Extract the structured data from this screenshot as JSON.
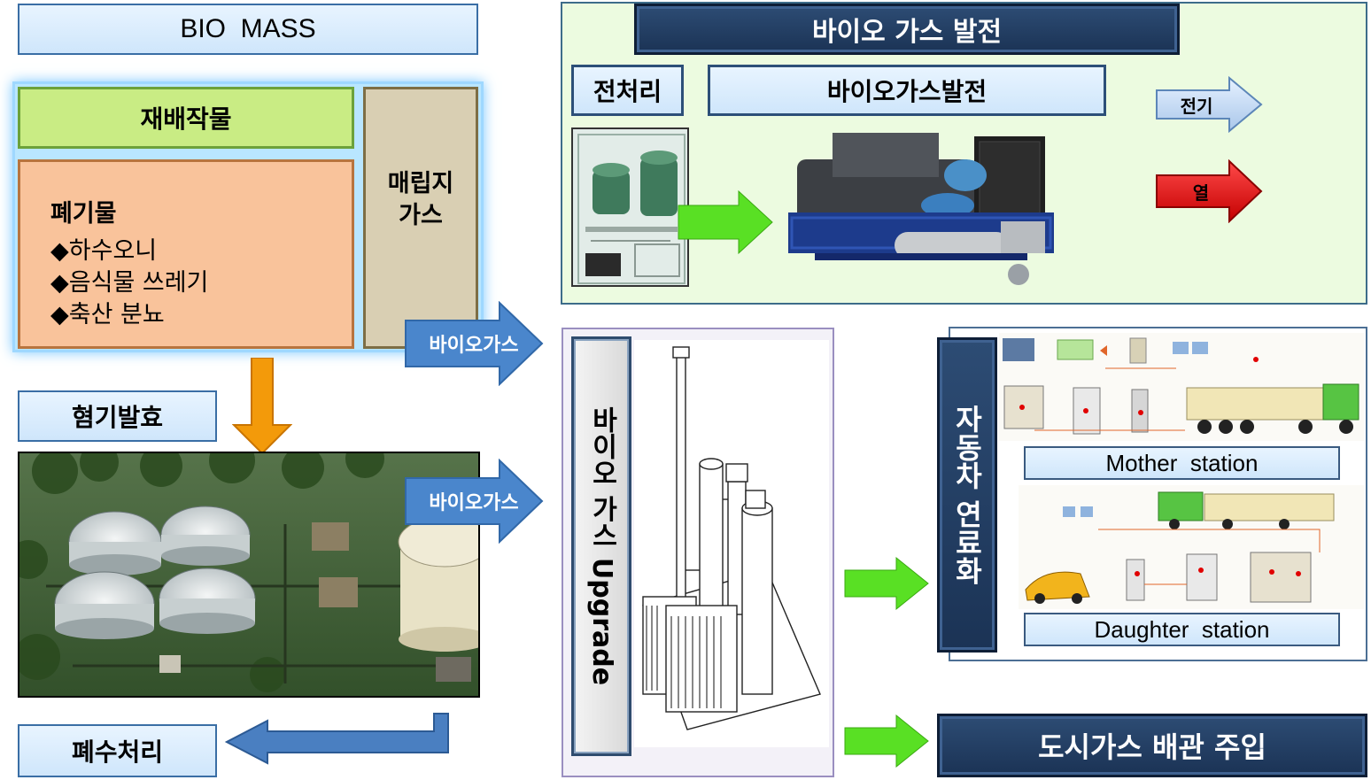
{
  "biomass": {
    "title": "BIO  MASS",
    "crops_label": "재배작물",
    "waste_title": "폐기물",
    "waste_items": [
      "◆하수오니",
      "◆음식물 쓰레기",
      "◆축산 분뇨"
    ],
    "landfill_label": "매립지\n가스"
  },
  "process": {
    "anaerobic_label": "혐기발효",
    "wastewater_label": "폐수처리",
    "biogas_arrow_1": "바이오가스",
    "biogas_arrow_2": "바이오가스"
  },
  "power": {
    "title": "바이오 가스 발전",
    "pretreatment_label": "전처리",
    "generation_label": "바이오가스발전",
    "electricity_label": "전기",
    "heat_label": "열"
  },
  "upgrade": {
    "label": "바이오 가스 Upgrade"
  },
  "vehicle": {
    "label": "자동차 연료화",
    "mother_station": "Mother  station",
    "daughter_station": "Daughter  station"
  },
  "city_gas": {
    "label": "도시가스 배관 주입"
  },
  "colors": {
    "navy": "#1b3355",
    "light_blue": "#d6eafc",
    "crop_green": "#c9ec84",
    "waste_orange": "#f9c39b",
    "landfill_tan": "#d9cfb3",
    "arrow_blue": "#4a7fc1",
    "arrow_green": "#59e024",
    "arrow_orange": "#f39a0a",
    "heat_red": "#e20000"
  }
}
